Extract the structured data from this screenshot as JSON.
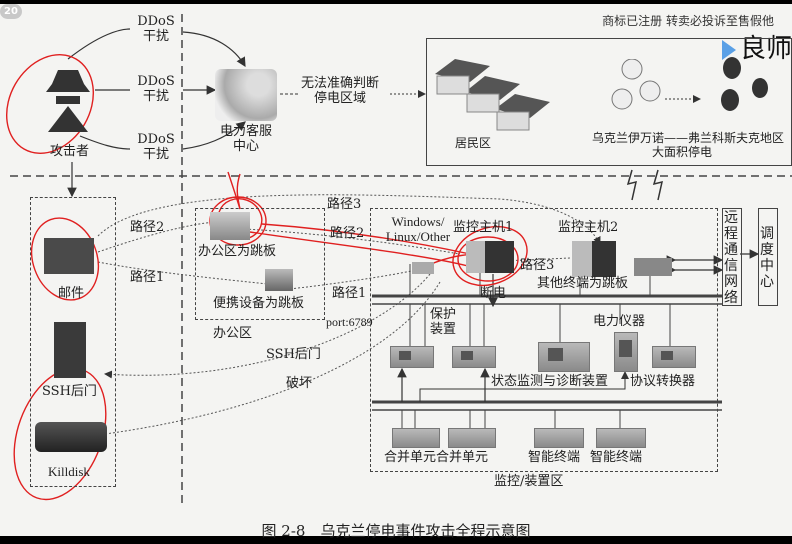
{
  "badge": "20",
  "watermark": {
    "notice": "商标已注册 转卖必投诉至售假他",
    "brand": "良师",
    "play_icon": "play-logo-icon"
  },
  "attacker": {
    "label": "攻击者",
    "icon": "hacker-icon",
    "ddos_labels": [
      {
        "line1": "DDoS",
        "line2": "干扰"
      },
      {
        "line1": "DDoS",
        "line2": "干扰"
      },
      {
        "line1": "DDoS",
        "line2": "干扰"
      }
    ]
  },
  "call_center": {
    "label_line1": "电力客服",
    "label_line2": "中心",
    "note_line1": "无法准确判断",
    "note_line2": "停电区域",
    "icon": "call-center-agents-icon"
  },
  "residential": {
    "label": "居民区",
    "outage_line1": "乌克兰伊万诺——弗兰科斯夫克地区",
    "outage_line2": "大面积停电",
    "icons": [
      "houses-icon",
      "lightbulb-on-icon",
      "lightbulb-broken-icon"
    ]
  },
  "tools": {
    "email_label": "邮件",
    "ssh_label": "SSH后门",
    "killdisk_label": "Killdisk",
    "icons": [
      "email-icon",
      "door-icon",
      "hard-drive-icon"
    ]
  },
  "paths": {
    "path1_left": "路径1",
    "path2_left": "路径2",
    "path3": "路径3",
    "path2_right": "路径2",
    "path1_right": "路径1",
    "path3_inner": "路径3",
    "port": "port:6789",
    "ssh_backdoor": "SSH后门",
    "destroy": "破坏"
  },
  "office": {
    "zone_label": "办公区",
    "pivot_office": "办公区为跳板",
    "pivot_portable": "便携设备为跳板"
  },
  "control_zone": {
    "zone_label": "监控/装置区",
    "os_line1": "Windows/",
    "os_line2": "Linux/Other",
    "host1": "监控主机1",
    "host2": "监控主机2",
    "cut_power": "断电",
    "other_pivot": "其他终端为跳板",
    "protect_line1": "保护",
    "protect_line2": "装置",
    "power_meter": "电力仪器",
    "monitor_device": "状态监测与诊断装置",
    "protocol_converter": "协议转换器",
    "merge_units": [
      "合并单元",
      "合并单元"
    ],
    "smart_terminals": [
      "智能终端",
      "智能终端"
    ]
  },
  "remote": {
    "network": "远程通信网络",
    "dispatch": "调度中心"
  },
  "caption": "图 2-8　乌克兰停电事件攻击全程示意图",
  "colors": {
    "paper": "#f4f4f2",
    "ink": "#222222",
    "annotation": "#e02020"
  }
}
